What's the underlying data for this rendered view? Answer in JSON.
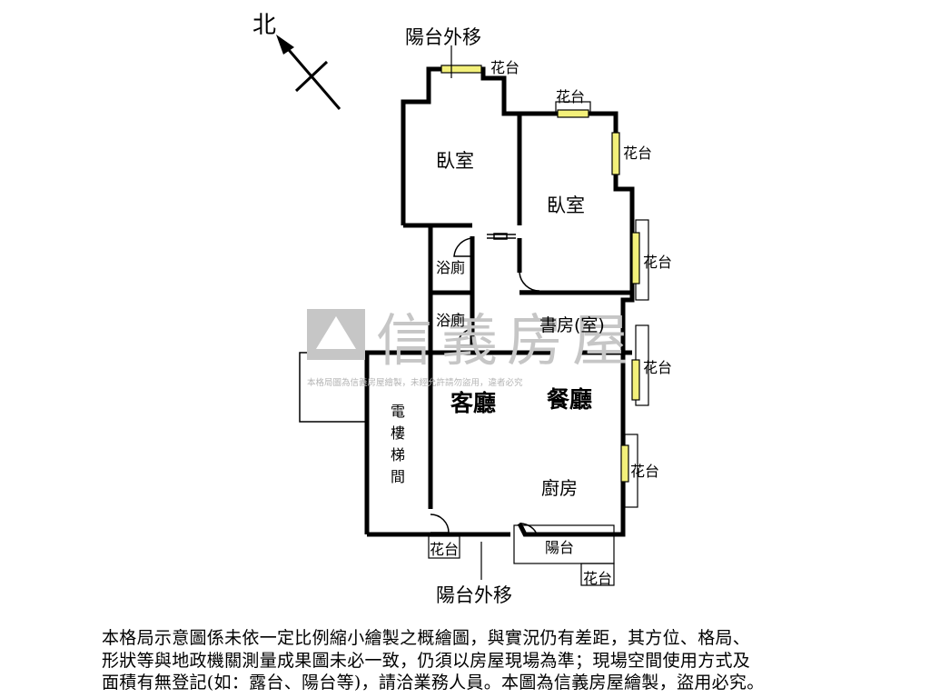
{
  "compass": {
    "label": "北"
  },
  "rooms": {
    "bedroom_left": "臥室",
    "bedroom_right": "臥室",
    "bathroom_upper": "浴廁",
    "bathroom_lower": "浴廁",
    "study": "書房(室)",
    "living_room": "客廳",
    "dining_room": "餐廳",
    "kitchen": "廚房",
    "elevator_stair": [
      "電",
      "樓",
      "梯",
      "間"
    ],
    "balcony": "陽台"
  },
  "annotations": {
    "balcony_moved_top": "陽台外移",
    "balcony_moved_bottom": "陽台外移",
    "planter_top": "花台",
    "planter_top_right": "花台",
    "planter_right_1": "花台",
    "planter_right_2": "花台",
    "planter_right_3": "花台",
    "planter_right_4": "花台",
    "planter_bottom_left": "花台",
    "planter_bottom_right": "花台"
  },
  "watermark": {
    "brand": "信義房屋",
    "notice": "本格局圖為信義房屋繪製，未經允許請勿盜用，違者必究"
  },
  "colors": {
    "wall": "#000000",
    "window": "#f3f07a",
    "watermark": "#c6c6c6"
  },
  "disclaimer": {
    "line1": "本格局示意圖係未依一定比例縮小繪製之概繪圖，與實況仍有差距，其方位、格局、",
    "line2": "形狀等與地政機關測量成果圖未必一致，仍須以房屋現場為準；現場空間使用方式及",
    "line3": "面積有無登記(如：露台、陽台等)，請洽業務人員。本圖為信義房屋繪製，盜用必究。"
  }
}
